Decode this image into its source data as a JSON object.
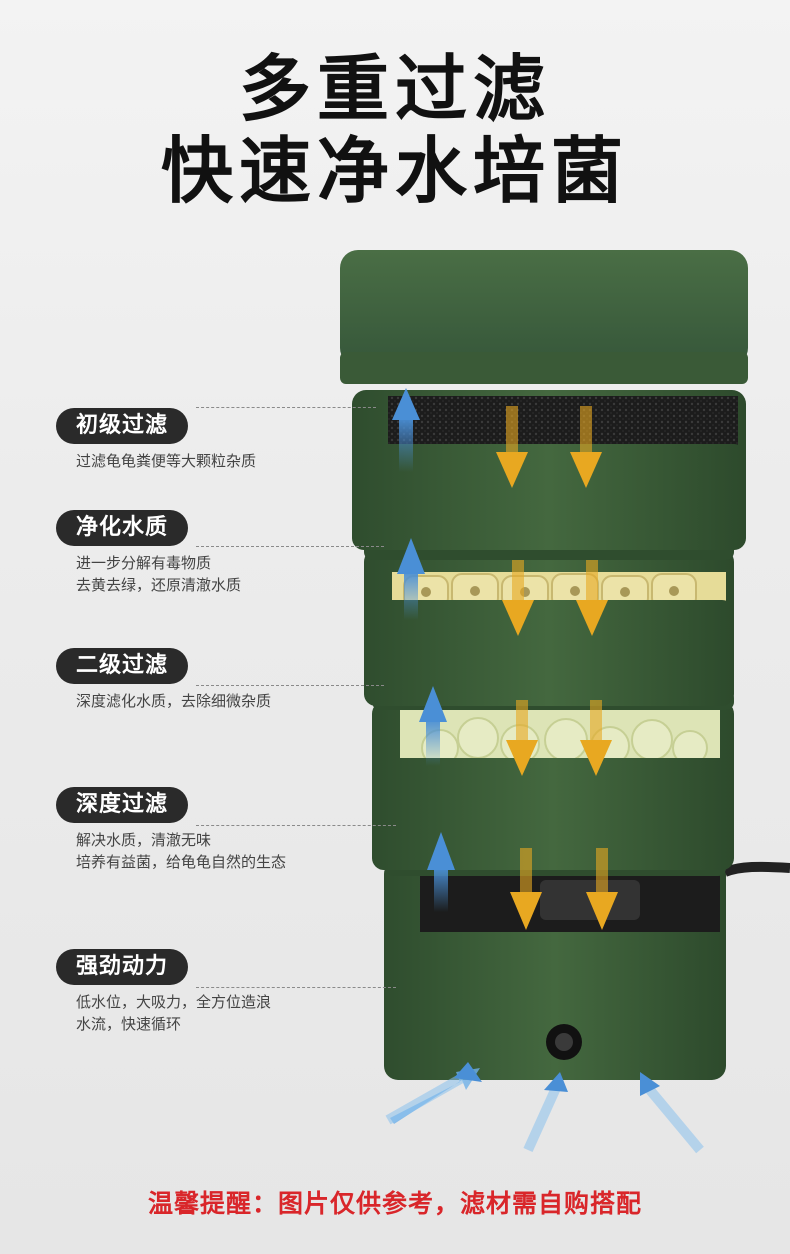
{
  "title": {
    "line1": "多重过滤",
    "line2": "快速净水培菌"
  },
  "features": [
    {
      "label": "初级过滤",
      "desc": [
        "过滤龟龟粪便等大颗粒杂质"
      ]
    },
    {
      "label": "净化水质",
      "desc": [
        "进一步分解有毒物质",
        "去黄去绿，还原清澈水质"
      ]
    },
    {
      "label": "二级过滤",
      "desc": [
        "深度滤化水质，去除细微杂质"
      ]
    },
    {
      "label": "深度过滤",
      "desc": [
        "解决水质，清澈无味",
        "培养有益菌，给龟龟自然的生态"
      ]
    },
    {
      "label": "强劲动力",
      "desc": [
        "低水位，大吸力，全方位造浪",
        "水流，快速循环"
      ]
    }
  ],
  "footer": "温馨提醒：图片仅供参考，滤材需自购搭配",
  "colors": {
    "body_green": "#3c5e3a",
    "flow_up": "#4a8fd6",
    "flow_down": "#e8a821",
    "footer_red": "#d9262a"
  }
}
